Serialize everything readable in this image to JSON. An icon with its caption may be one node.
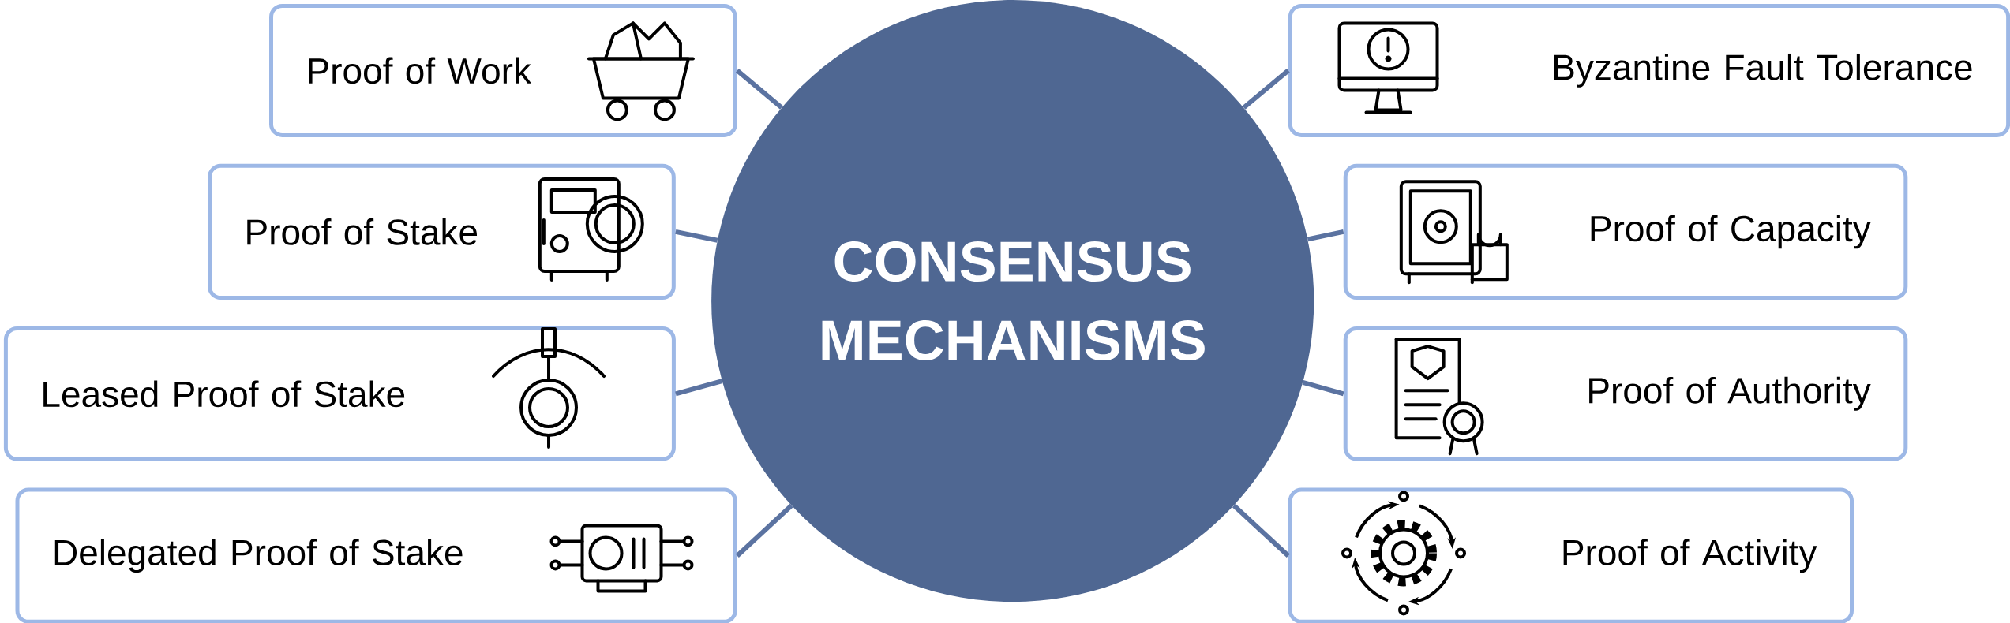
{
  "diagram": {
    "nodes": [
      {
        "text": [
          "CONSENSUS MECHANISMS"
        ]
      },
      {
        "text": [
          "Proof of Work"
        ]
      },
      {
        "text": [
          "Proof of Stake"
        ]
      },
      {
        "text": [
          "Leased Proof of Stake"
        ]
      },
      {
        "text": [
          "Delegated Proof of Stake"
        ]
      },
      {
        "text": [
          "Byzantine Fault Tolerance"
        ]
      },
      {
        "text": [
          "Proof of Capacity"
        ]
      },
      {
        "text": [
          "Proof of Authority"
        ]
      },
      {
        "text": [
          "Proof of Activity"
        ]
      }
    ],
    "edges": [
      {
        "from": 1,
        "to": 0,
        "arrow": "none"
      },
      {
        "from": 2,
        "to": 0,
        "arrow": "none"
      },
      {
        "from": 3,
        "to": 0,
        "arrow": "none"
      },
      {
        "from": 4,
        "to": 0,
        "arrow": "none"
      },
      {
        "from": 5,
        "to": 0,
        "arrow": "none"
      },
      {
        "from": 6,
        "to": 0,
        "arrow": "none"
      },
      {
        "from": 7,
        "to": 0,
        "arrow": "none"
      },
      {
        "from": 8,
        "to": 0,
        "arrow": "none"
      }
    ]
  }
}
